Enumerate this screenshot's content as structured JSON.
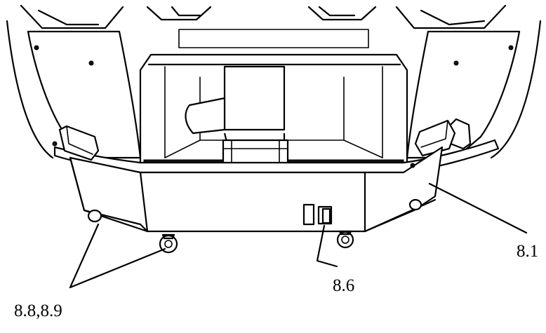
{
  "callouts": {
    "label_1": "8.1",
    "label_2": "8.6",
    "label_3": "8.8,8.9"
  }
}
